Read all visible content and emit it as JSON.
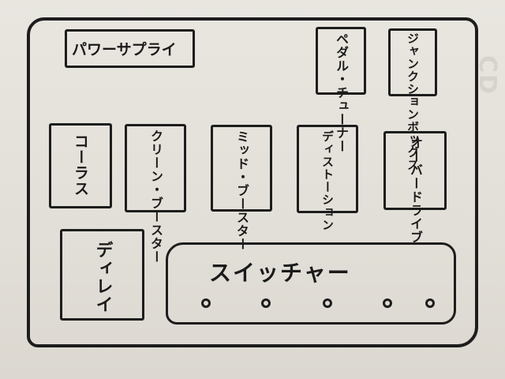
{
  "background_lettering": "CD",
  "board": {
    "power_supply": "パワーサプライ",
    "pedals": [
      {
        "id": "pedal-tuner",
        "label": "ペダル・チューナー"
      },
      {
        "id": "junction-box",
        "label": "ジャンクションボックス"
      },
      {
        "id": "chorus",
        "label": "コーラス"
      },
      {
        "id": "clean-booster",
        "label": "クリーン・ブースター"
      },
      {
        "id": "mid-booster",
        "label": "ミッド・ブースター"
      },
      {
        "id": "distortion",
        "label": "ディストーション"
      },
      {
        "id": "overdrive",
        "label": "オーバードライブ"
      },
      {
        "id": "delay",
        "label": "ディレイ"
      }
    ],
    "switcher": {
      "label": "スイッチャー",
      "footswitch_count": 5
    }
  }
}
